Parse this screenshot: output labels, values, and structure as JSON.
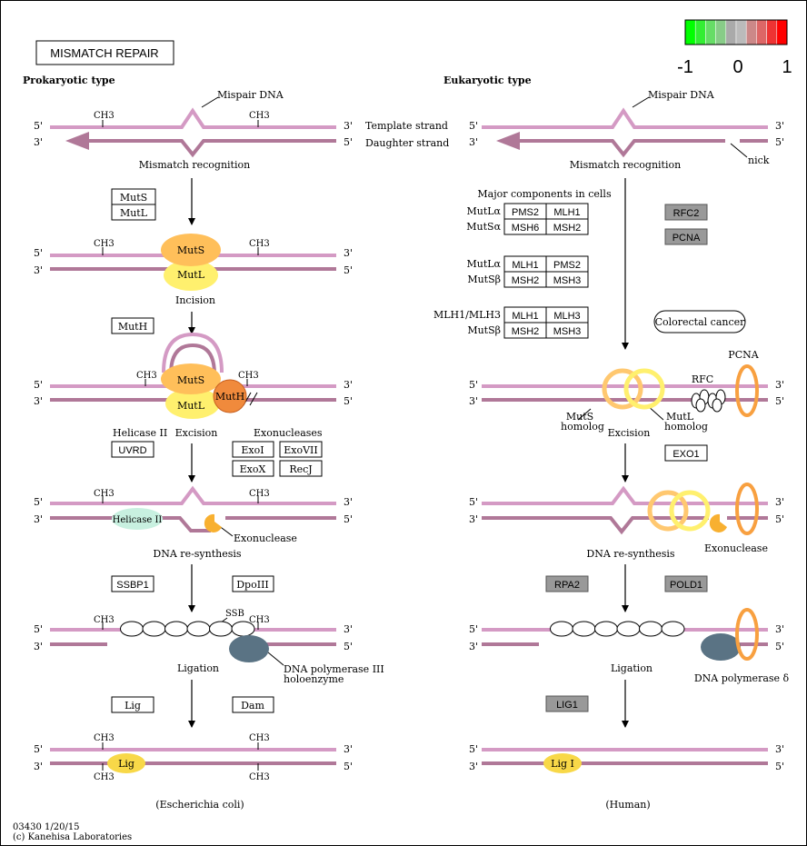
{
  "title": "MISMATCH REPAIR",
  "legend": {
    "min": "-1",
    "mid": "0",
    "max": "1",
    "colors": [
      "#00ff00",
      "#33ee33",
      "#66dd66",
      "#88cc88",
      "#aaaaaa",
      "#bbbbbb",
      "#cc8888",
      "#dd6666",
      "#ee3333",
      "#ff0000"
    ]
  },
  "sections": {
    "prokaryotic": "Prokaryotic type",
    "eukaryotic": "Eukaryotic type"
  },
  "ends": {
    "five": "5'",
    "three": "3'"
  },
  "labels": {
    "mispair": "Mispair DNA",
    "template": "Template strand",
    "daughter": "Daughter strand",
    "nick": "nick",
    "recognition": "Mismatch recognition",
    "incision": "Incision",
    "excision": "Excision",
    "resynthesis": "DNA re-synthesis",
    "ligation": "Ligation",
    "ch3": "CH3",
    "ecoli": "(Escherichia coli)",
    "human": "(Human)",
    "major": "Major components in cells",
    "helicase2": "Helicase II",
    "exonucleases": "Exonucleases",
    "exonuclease": "Exonuclease",
    "ssb": "SSB",
    "dnapol3a": "DNA polymerase III",
    "dnapol3b": "holoenzyme",
    "dnapold": "DNA polymerase δ",
    "pcna": "PCNA",
    "rfc": "RFC",
    "mutsHomologA": "MutS",
    "mutsHomologB": "homolog",
    "mutlHomologA": "MutL",
    "mutlHomologB": "homolog",
    "colorectal": "Colorectal cancer",
    "footer1": "03430 1/20/15",
    "footer2": "(c) Kanehisa Laboratories"
  },
  "proteins": {
    "muts": "MutS",
    "mutl": "MutL",
    "muth": "MutH",
    "uvrd": "UVRD",
    "exoi": "ExoI",
    "exovii": "ExoVII",
    "exox": "ExoX",
    "recj": "RecJ",
    "ssbp1": "SSBP1",
    "dpoiii": "DpoIII",
    "lig": "Lig",
    "dam": "Dam",
    "rfc2": "RFC2",
    "pcna": "PCNA",
    "exo1": "EXO1",
    "rpa2": "RPA2",
    "pold1": "POLD1",
    "lig1": "LIG1",
    "ligI": "Lig I"
  },
  "complexes": [
    {
      "name": "MutLα",
      "cells": [
        "PMS2",
        "MLH1"
      ]
    },
    {
      "name": "MutSα",
      "cells": [
        "MSH6",
        "MSH2"
      ]
    },
    {
      "name": "MutLα",
      "cells": [
        "MLH1",
        "PMS2"
      ]
    },
    {
      "name": "MutSβ",
      "cells": [
        "MSH2",
        "MSH3"
      ]
    },
    {
      "name": "MLH1/MLH3",
      "cells": [
        "MLH1",
        "MLH3"
      ]
    },
    {
      "name": "MutSβ",
      "cells": [
        "MSH2",
        "MSH3"
      ]
    }
  ]
}
